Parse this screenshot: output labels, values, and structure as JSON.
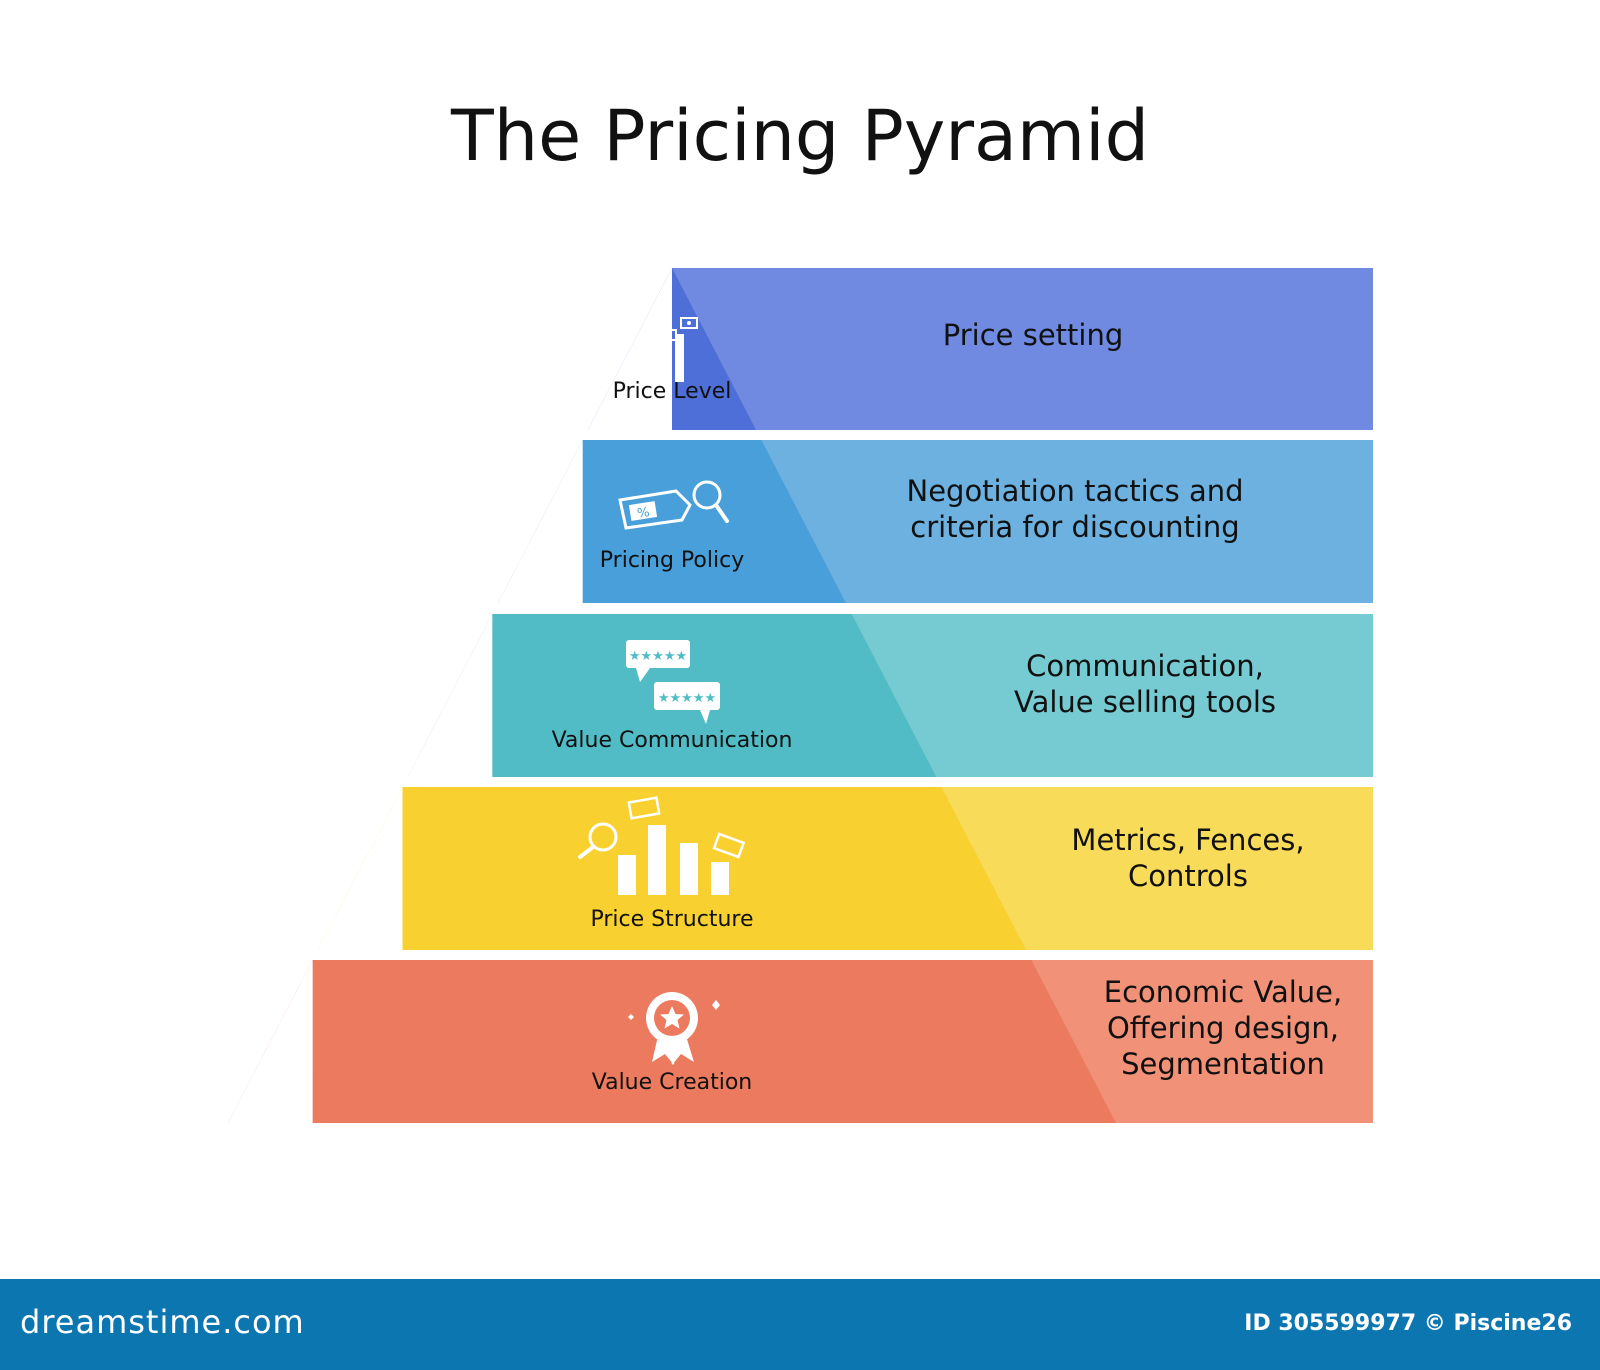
{
  "title": "The Pricing Pyramid",
  "levels": [
    {
      "label": "Price Level",
      "description": [
        "Price setting"
      ],
      "icon": "bar-chart-money-icon",
      "color_dark": "#4f6fd8",
      "color_light": "#6f8ae0"
    },
    {
      "label": "Pricing Policy",
      "description": [
        "Negotiation tactics and",
        "criteria for discounting"
      ],
      "icon": "price-tag-magnifier-icon",
      "color_dark": "#489fd9",
      "color_light": "#6cb1e0"
    },
    {
      "label": "Value Communication",
      "description": [
        "Communication,",
        "Value selling tools"
      ],
      "icon": "review-chat-bubbles-icon",
      "color_dark": "#51bcc6",
      "color_light": "#76cbd2"
    },
    {
      "label": "Price Structure",
      "description": [
        "Metrics, Fences,",
        "Controls"
      ],
      "icon": "bar-chart-magnifier-icon",
      "color_dark": "#f8d131",
      "color_light": "#f9db5a"
    },
    {
      "label": "Value Creation",
      "description": [
        "Economic Value,",
        "Offering design,",
        "Segmentation"
      ],
      "icon": "award-badge-icon",
      "color_dark": "#ec7a5e",
      "color_light": "#f09178"
    }
  ],
  "footer": {
    "brand": "dreamstime.com",
    "credit": "ID 305599977 © Piscine26",
    "color": "#0c76b1"
  }
}
